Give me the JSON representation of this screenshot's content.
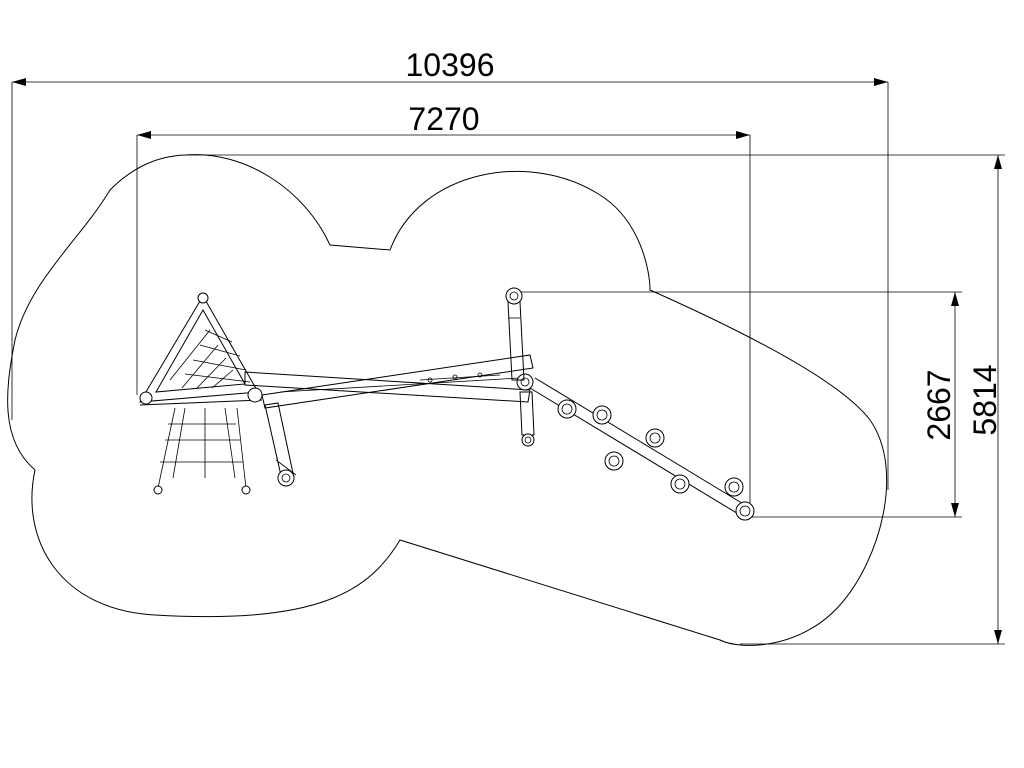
{
  "dimensions": {
    "overall_width": "10396",
    "inner_width": "7270",
    "inner_height": "2667",
    "overall_height": "5814"
  }
}
